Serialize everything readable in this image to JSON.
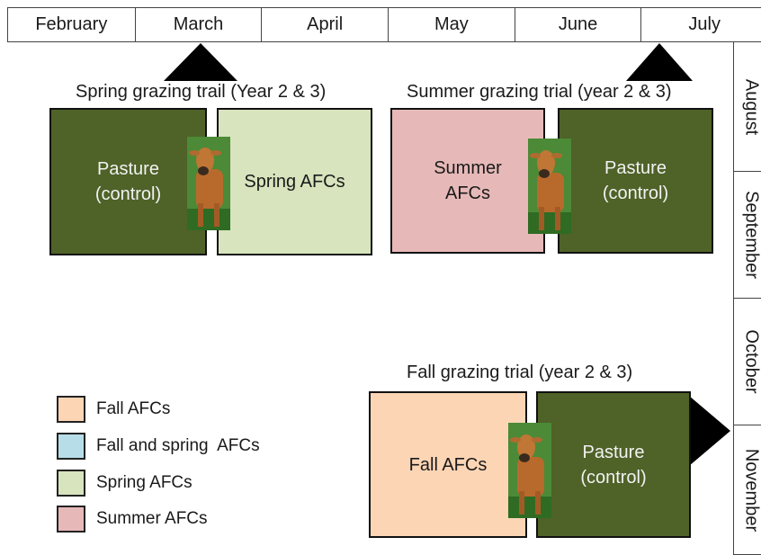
{
  "months_top": [
    "February",
    "March",
    "April",
    "May",
    "June",
    "July"
  ],
  "months_side": [
    "August",
    "September",
    "October",
    "November"
  ],
  "trials": {
    "spring": {
      "title": "Spring grazing trail (Year 2 & 3)",
      "control": "Pasture\n(control)",
      "afc": "Spring AFCs"
    },
    "summer": {
      "title": "Summer grazing trial (year 2 & 3)",
      "afc": "Summer\nAFCs",
      "control": "Pasture\n(control)"
    },
    "fall": {
      "title": "Fall grazing trial (year 2 & 3)",
      "afc": "Fall AFCs",
      "control": "Pasture\n(control)"
    }
  },
  "legend": [
    {
      "label": "Fall AFCs",
      "color": "#fcd5b5"
    },
    {
      "label": "Fall and spring  AFCs",
      "color": "#b7dee8"
    },
    {
      "label": "Spring AFCs",
      "color": "#d7e4bd"
    },
    {
      "label": "Summer AFCs",
      "color": "#e6b9b8"
    }
  ],
  "colors": {
    "pasture": "#4f6228",
    "spring": "#d7e4bd",
    "summer": "#e6b9b8",
    "fall": "#fcd5b5"
  },
  "icons": [
    "cow-photo",
    "start-marker-triangle"
  ]
}
